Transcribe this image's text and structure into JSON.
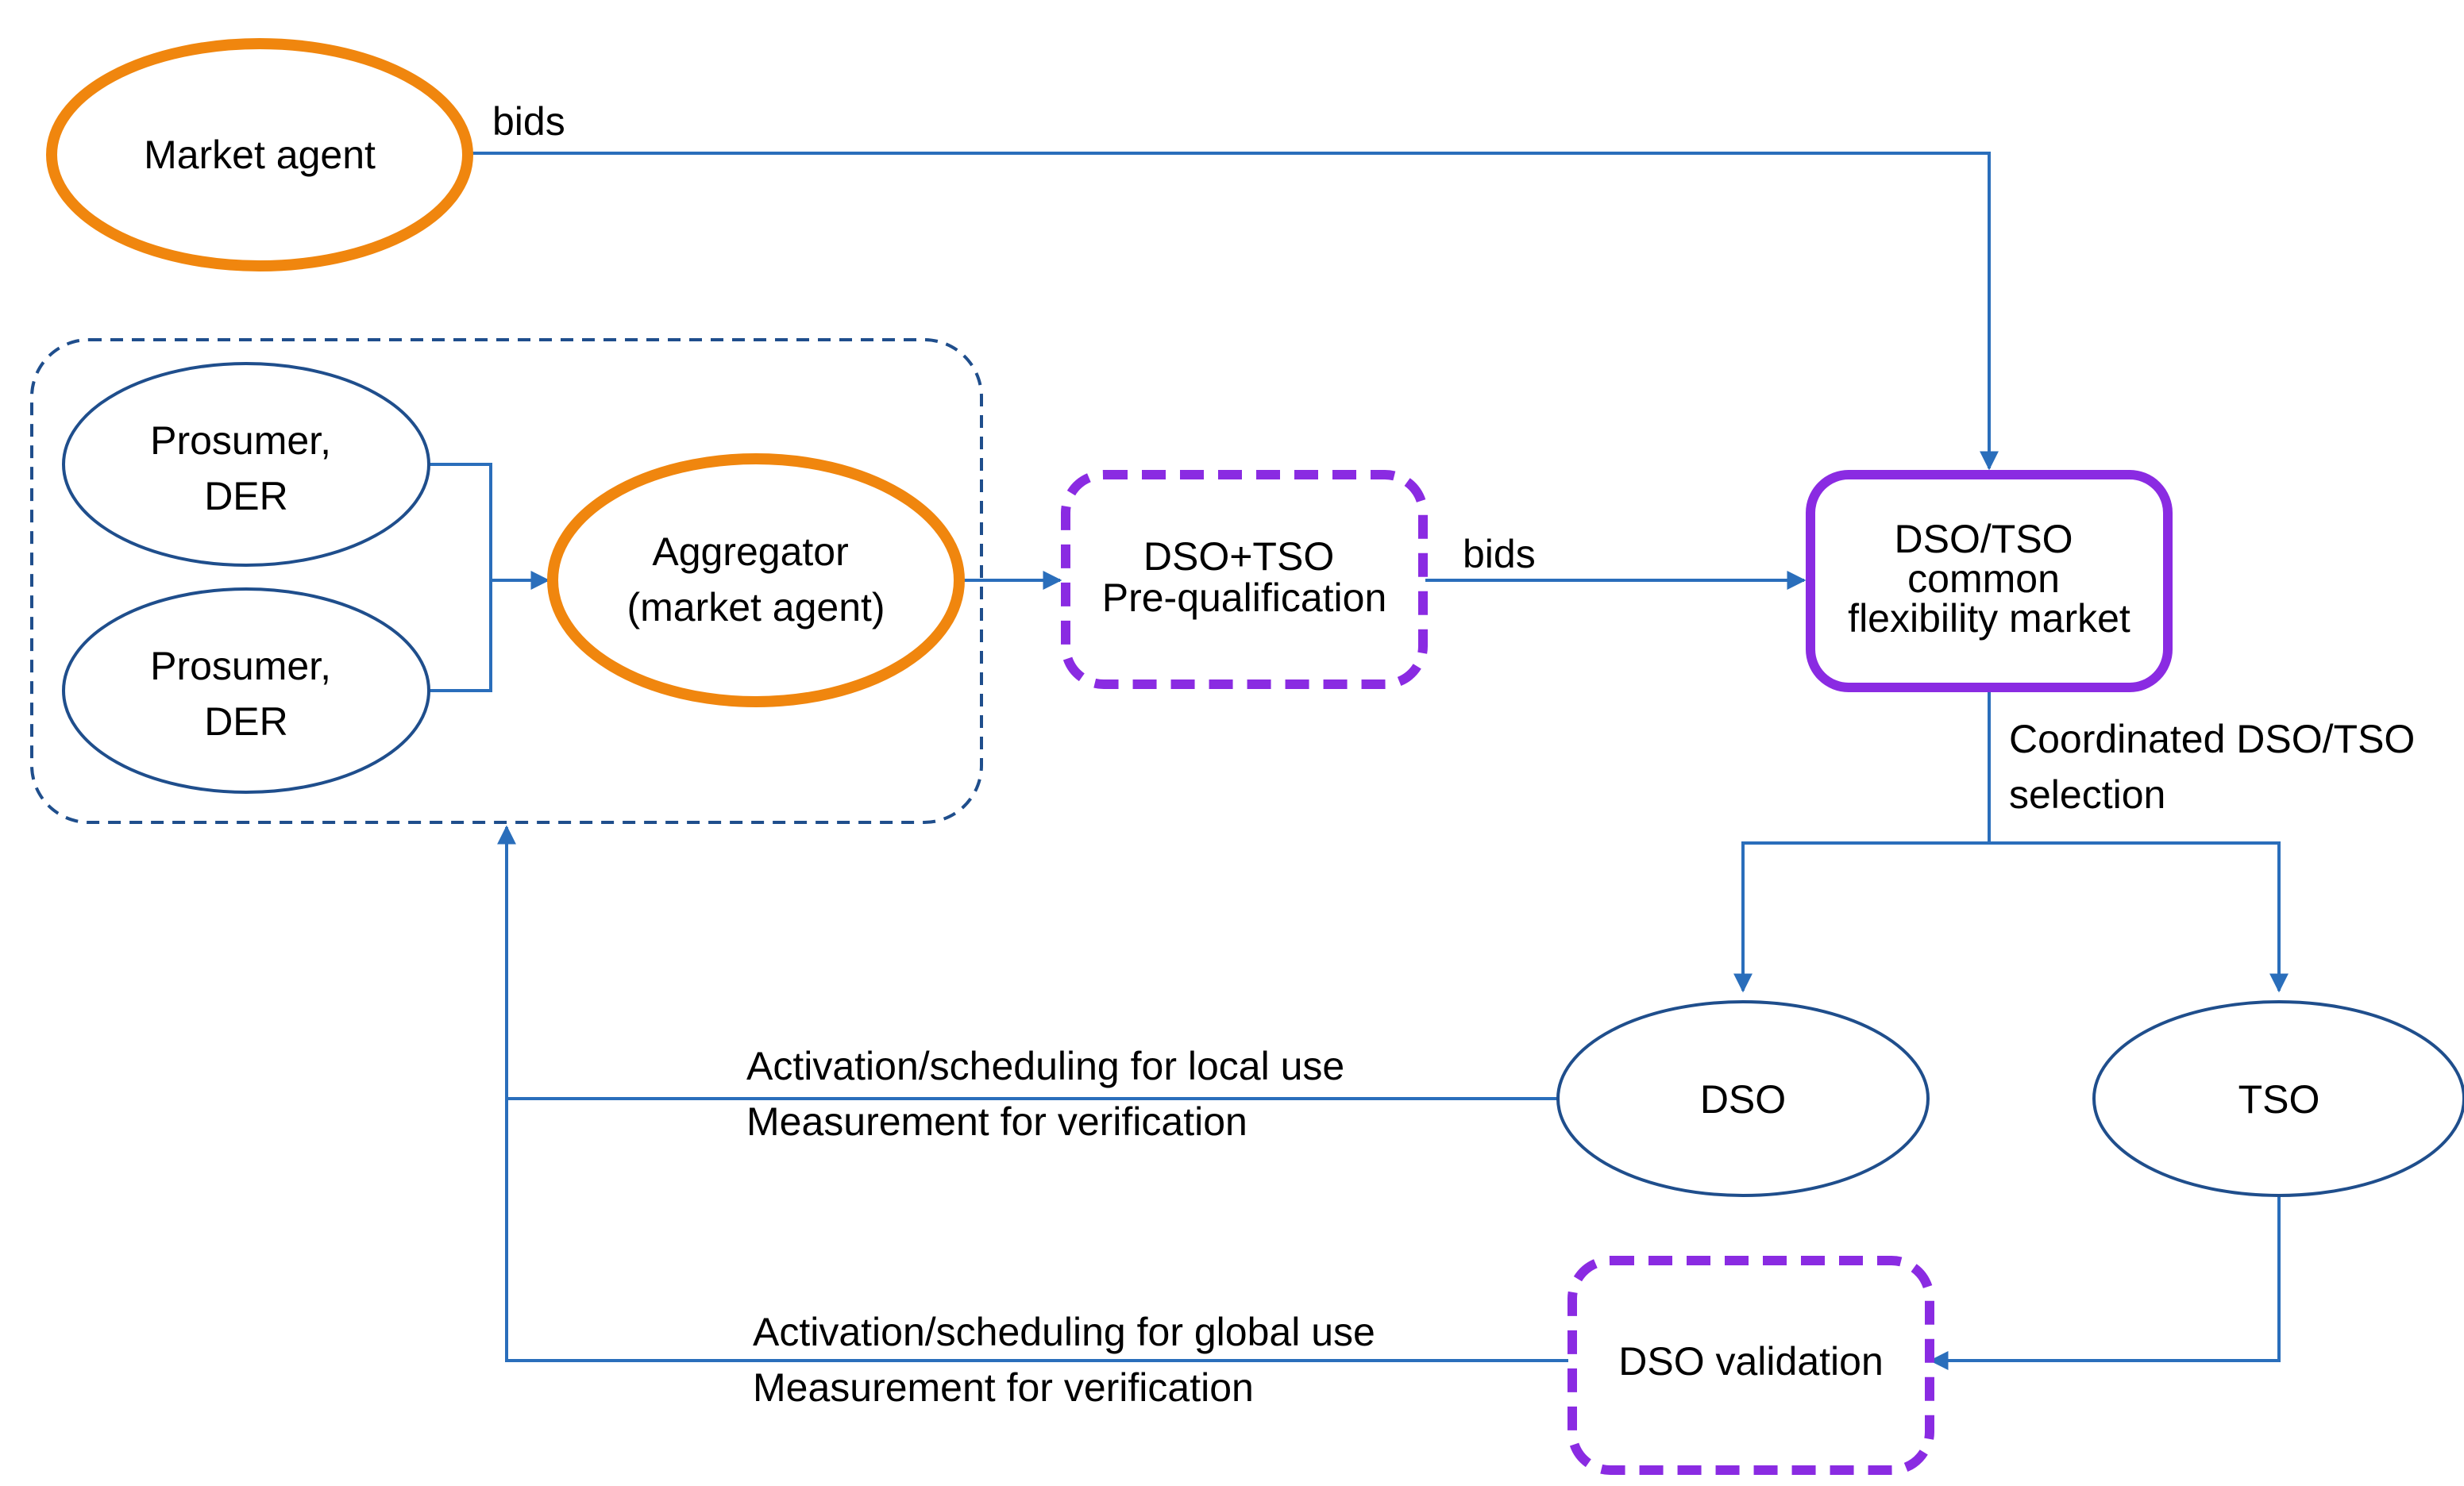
{
  "colors": {
    "connector": "#2a6ebb",
    "ellipse_stroke": "#1f4e8c",
    "market_stroke": "#f0860e",
    "platform_stroke": "#8a2be2",
    "group_stroke": "#1f4e8c"
  },
  "nodes": {
    "market_agent": "Market agent",
    "prosumer1": [
      "Prosumer,",
      "DER"
    ],
    "prosumer2": [
      "Prosumer,",
      "DER"
    ],
    "aggregator": [
      "Aggregator",
      "(market agent)"
    ],
    "prequal": [
      "DSO+TSO",
      "Pre-qualification"
    ],
    "market": [
      "DSO/TSO",
      "common",
      "flexibility market"
    ],
    "dso": "DSO",
    "tso": "TSO",
    "validation": "DSO validation"
  },
  "edges": {
    "bids_top": "bids",
    "bids_mid": "bids",
    "coordinated": [
      "Coordinated DSO/TSO",
      "selection"
    ],
    "local": [
      "Activation/scheduling for local use",
      "Measurement for verification"
    ],
    "global": [
      "Activation/scheduling for global use",
      "Measurement for verification"
    ]
  }
}
